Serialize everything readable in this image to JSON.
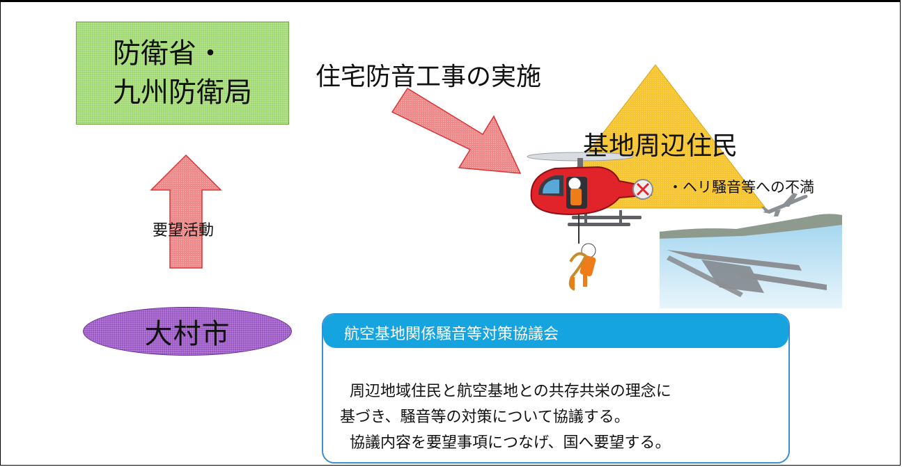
{
  "defense_ministry": {
    "lines": [
      "防衛省・",
      "九州防衛局"
    ]
  },
  "city": {
    "label": "大村市"
  },
  "request_arrow": {
    "label": "要望活動"
  },
  "soundproofing_arrow": {
    "label": "住宅防音工事の実施"
  },
  "residents": {
    "title": "基地周辺住民",
    "note": "・ヘリ騒音等への不満"
  },
  "council": {
    "title": "航空基地関係騒音等対策協議会",
    "body": "  周辺地域住民と航空基地との共存共栄の理念に\n基づき、騒音等の対策について協議する。\n  協議内容を要望事項につなげ、国へ要望する。"
  },
  "colors": {
    "ministry_box": "#9fd86f",
    "city_ellipse": "#9a55c4",
    "arrow_fill": "#f08a8a",
    "arrow_stroke": "#d83434",
    "triangle": "#f6c531",
    "council_header": "#15a4df",
    "council_border": "#3b8fd0"
  },
  "icons": [
    "helicopter-rescue-illustration",
    "airplane-icon",
    "airbase-runway-illustration"
  ]
}
